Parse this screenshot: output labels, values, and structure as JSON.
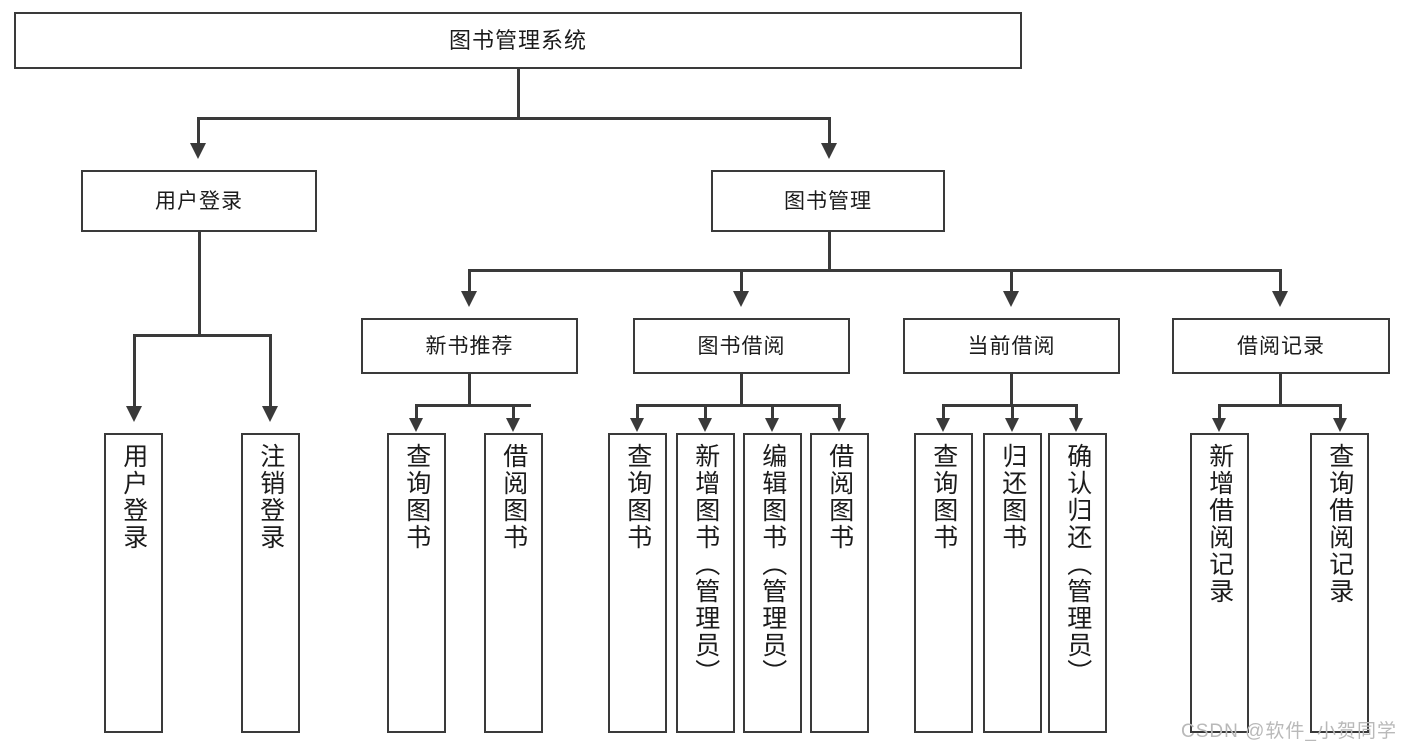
{
  "diagram": {
    "type": "tree",
    "title": "图书管理系统",
    "watermark": "CSDN @软件_小贺同学",
    "colors": {
      "stroke": "#3a3a3a",
      "box_fill": "#ffffff",
      "text": "#1b1b1b",
      "watermark": "#b9b9b9",
      "background": "#ffffff"
    },
    "root": {
      "label": "图书管理系统"
    },
    "level1": [
      {
        "label": "用户登录"
      },
      {
        "label": "图书管理"
      }
    ],
    "level2": [
      {
        "label": "新书推荐"
      },
      {
        "label": "图书借阅"
      },
      {
        "label": "当前借阅"
      },
      {
        "label": "借阅记录"
      }
    ],
    "leaves": {
      "user_login": [
        {
          "label": "用户登录"
        },
        {
          "label": "注销登录"
        }
      ],
      "new_book_recommend": [
        {
          "label": "查询图书"
        },
        {
          "label": "借阅图书"
        }
      ],
      "book_borrow": [
        {
          "label": "查询图书"
        },
        {
          "label": "新增图书（管理员）"
        },
        {
          "label": "编辑图书（管理员）"
        },
        {
          "label": "借阅图书"
        }
      ],
      "current_borrow": [
        {
          "label": "查询图书"
        },
        {
          "label": "归还图书"
        },
        {
          "label": "确认归还（管理员）"
        }
      ],
      "borrow_records": [
        {
          "label": "新增借阅记录"
        },
        {
          "label": "查询借阅记录"
        }
      ]
    }
  },
  "chart_data": {
    "type": "table",
    "title": "图书管理系统 功能结构图",
    "hierarchy": [
      {
        "node": "图书管理系统",
        "children": [
          {
            "node": "用户登录",
            "children": [
              {
                "node": "用户登录"
              },
              {
                "node": "注销登录"
              }
            ]
          },
          {
            "node": "图书管理",
            "children": [
              {
                "node": "新书推荐",
                "children": [
                  {
                    "node": "查询图书"
                  },
                  {
                    "node": "借阅图书"
                  }
                ]
              },
              {
                "node": "图书借阅",
                "children": [
                  {
                    "node": "查询图书"
                  },
                  {
                    "node": "新增图书（管理员）"
                  },
                  {
                    "node": "编辑图书（管理员）"
                  },
                  {
                    "node": "借阅图书"
                  }
                ]
              },
              {
                "node": "当前借阅",
                "children": [
                  {
                    "node": "查询图书"
                  },
                  {
                    "node": "归还图书"
                  },
                  {
                    "node": "确认归还（管理员）"
                  }
                ]
              },
              {
                "node": "借阅记录",
                "children": [
                  {
                    "node": "新增借阅记录"
                  },
                  {
                    "node": "查询借阅记录"
                  }
                ]
              }
            ]
          }
        ]
      }
    ]
  }
}
